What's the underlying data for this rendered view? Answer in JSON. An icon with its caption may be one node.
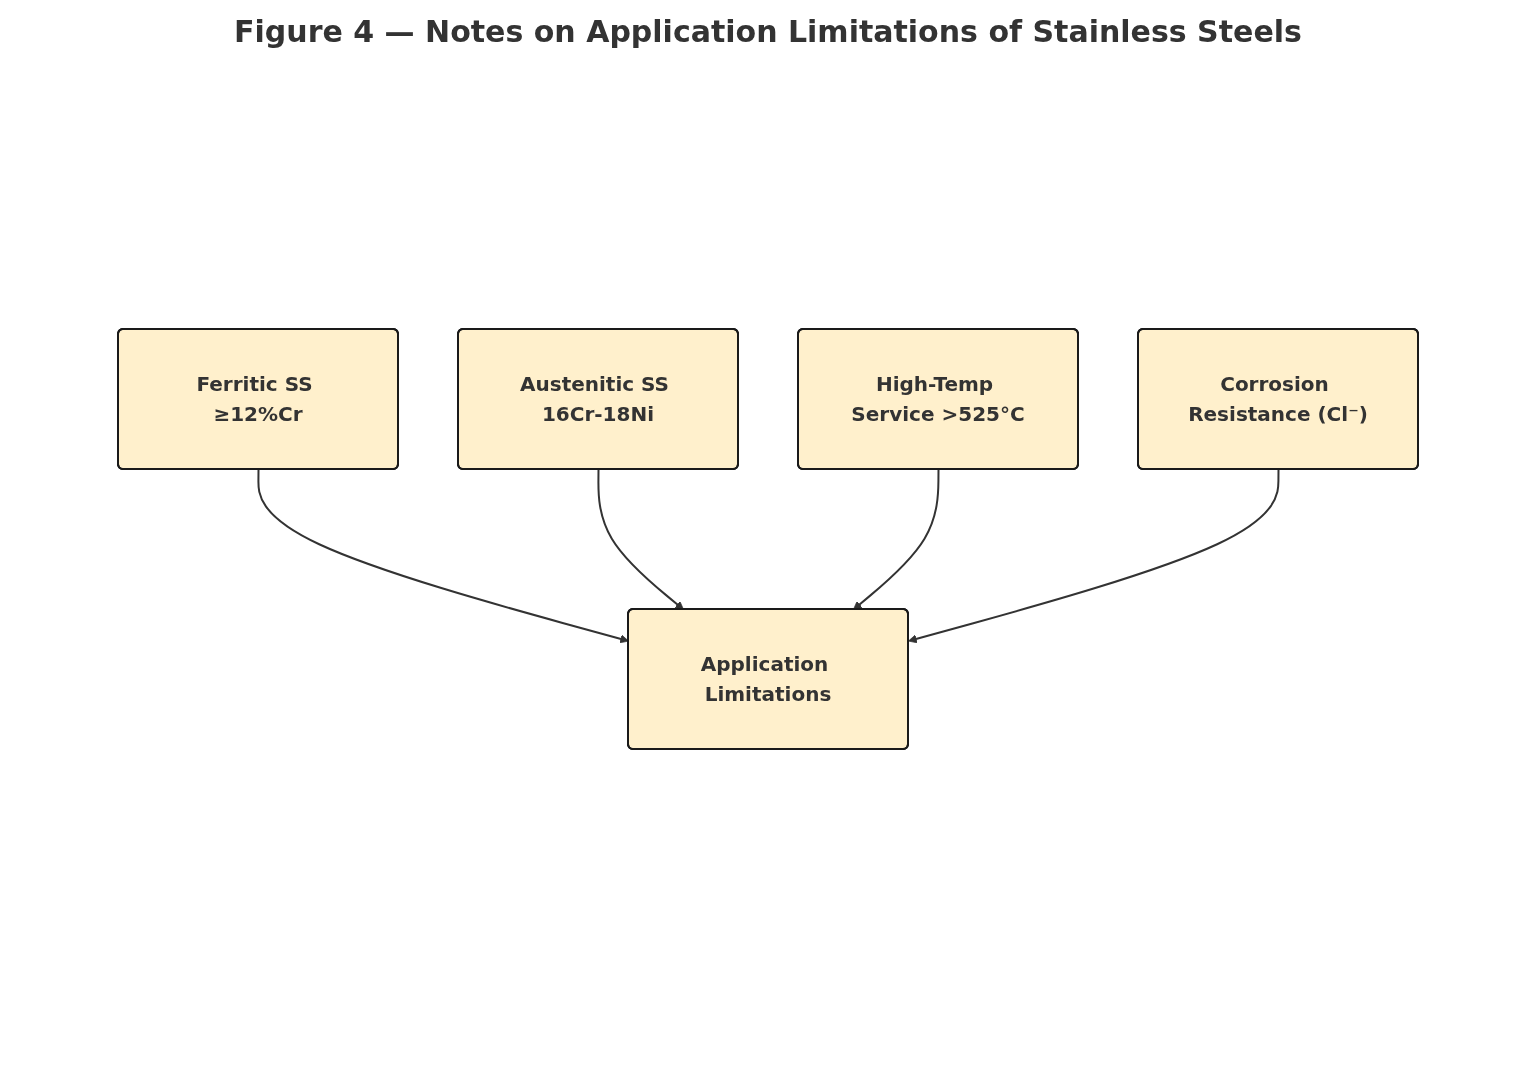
{
  "diagram": {
    "title": "Figure 4 — Notes on Application Limitations of Stainless Steels",
    "nodes": [
      {
        "text": [
          "Ferritic SS ≥12%Cr"
        ]
      },
      {
        "text": [
          "Austenitic SS 16Cr-18Ni"
        ]
      },
      {
        "text": [
          "High-Temp Service >525°C"
        ]
      },
      {
        "text": [
          "Corrosion Resistance (Cl⁻)"
        ]
      },
      {
        "text": [
          "Application Limitations"
        ]
      }
    ],
    "edges": [
      {
        "from": 0,
        "to": 4,
        "arrow": "to"
      },
      {
        "from": 1,
        "to": 4,
        "arrow": "to"
      },
      {
        "from": 2,
        "to": 4,
        "arrow": "to"
      },
      {
        "from": 3,
        "to": 4,
        "arrow": "to"
      }
    ]
  }
}
